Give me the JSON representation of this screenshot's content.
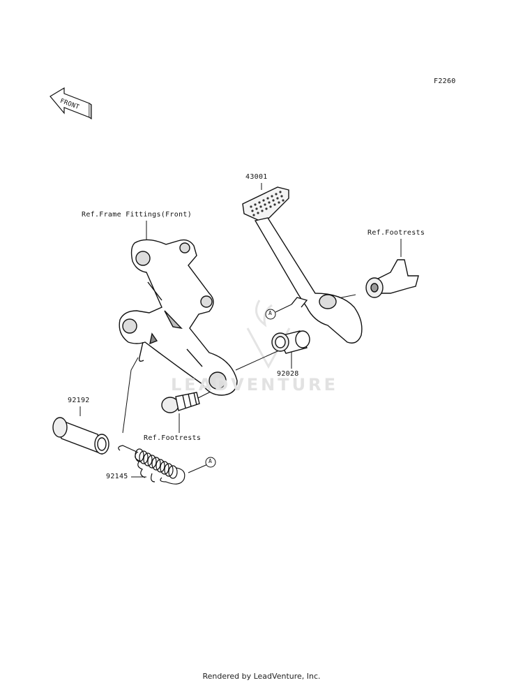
{
  "figure_code": "F2260",
  "front_arrow_text": "FRONT",
  "callout_letter": "A",
  "watermark": "LEADVENTURE",
  "footer": "Rendered by LeadVenture, Inc.",
  "labels": {
    "pedal": "43001",
    "ref_frame_fittings": "Ref.Frame Fittings(Front)",
    "ref_footrests_top": "Ref.Footrests",
    "collar": "92028",
    "ref_footrests_bottom": "Ref.Footrests",
    "sleeve": "92192",
    "spring": "92145"
  }
}
